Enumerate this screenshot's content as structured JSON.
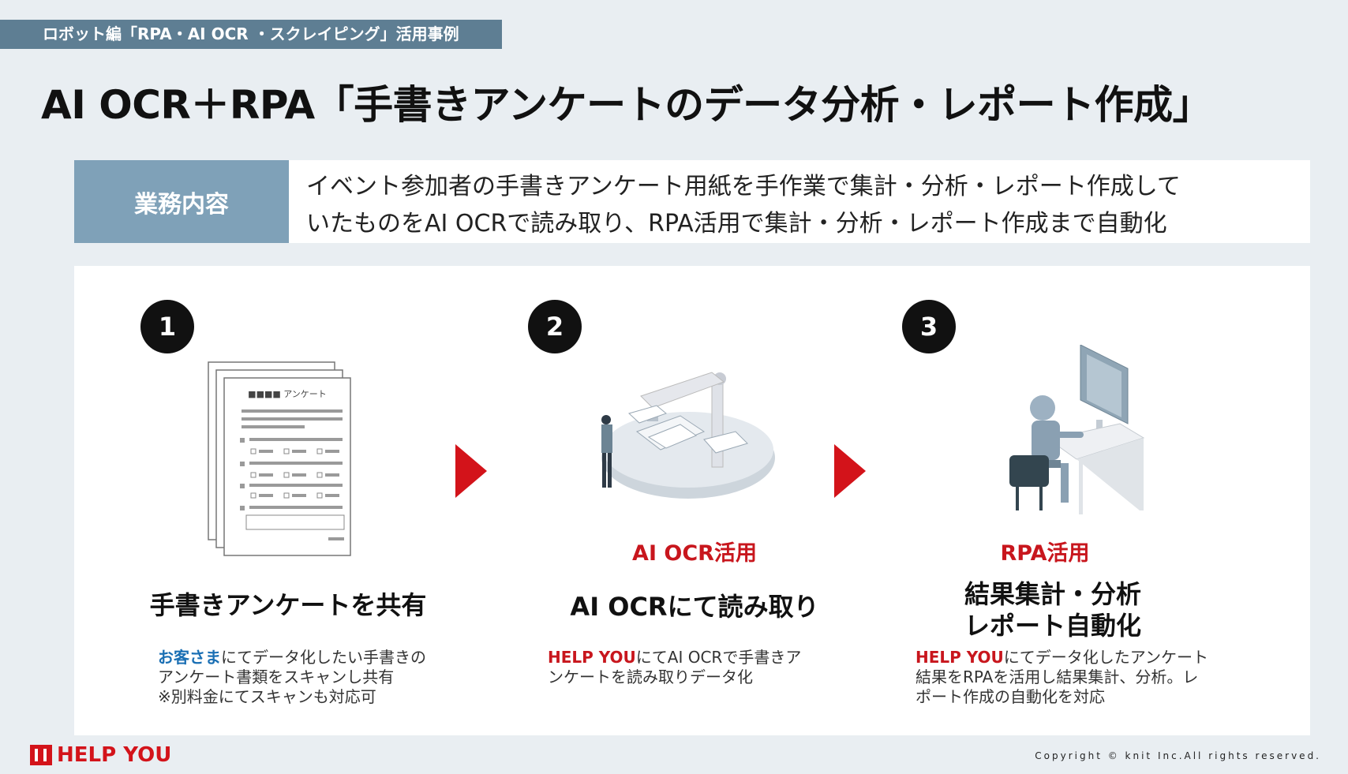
{
  "header": {
    "tag": "ロボット編「RPA・AI OCR ・スクレイピング」活用事例",
    "title": "AI OCR＋RPA「手書きアンケートのデータ分析・レポート作成」"
  },
  "task": {
    "label": "業務内容",
    "line1": "イベント参加者の手書きアンケート用紙を手作業で集計・分析・レポート作成して",
    "line2": "いたものをAI OCRで読み取り、RPA活用で集計・分析・レポート作成まで自動化"
  },
  "steps": [
    {
      "number": "1",
      "paper_heading": "■■■■ アンケート",
      "title": "手書きアンケートを共有",
      "desc_highlight": "お客さま",
      "desc_line1_rest": "にてデータ化したい手書きの",
      "desc_line2": "アンケート書類をスキャンし共有",
      "desc_line3": "※別料金にてスキャンも対応可"
    },
    {
      "number": "2",
      "sub": "AI OCR活用",
      "title": "AI OCRにて読み取り",
      "desc_highlight": "HELP YOU",
      "desc_line1_rest": "にてAI OCRで手書きア",
      "desc_line2": "ンケートを読み取りデータ化"
    },
    {
      "number": "3",
      "sub": "RPA活用",
      "title_line1": "結果集計・分析",
      "title_line2": "レポート自動化",
      "desc_highlight": "HELP YOU",
      "desc_line1_rest": "にてデータ化したアンケート",
      "desc_line2": "結果をRPAを活用し結果集計、分析。レ",
      "desc_line3": "ポート作成の自動化を対応"
    }
  ],
  "footer": {
    "logo_text": "HELP YOU",
    "copyright": "Copyright © knit Inc.All rights reserved."
  },
  "colors": {
    "accent_red": "#d3131a",
    "tag_bg": "#5e7e93",
    "label_bg": "#7fa1b8",
    "highlight_blue": "#1a6fb4"
  }
}
